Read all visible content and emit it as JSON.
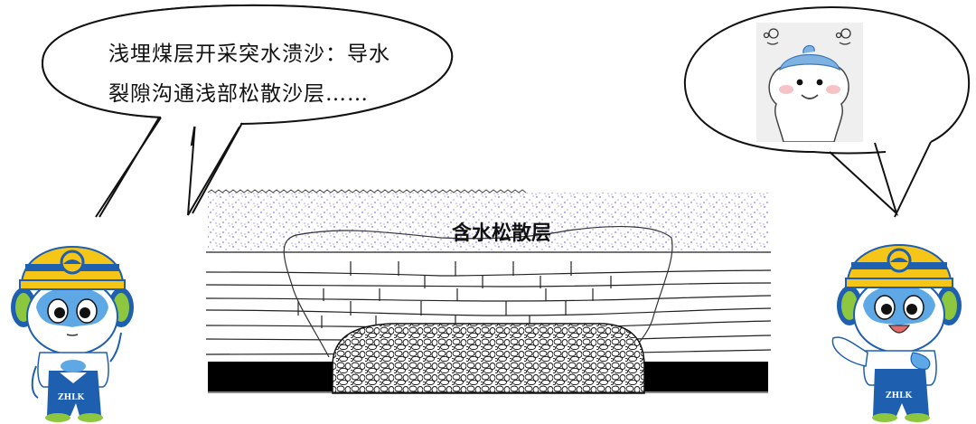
{
  "left_bubble": {
    "line1": "浅埋煤层开采突水溃沙：导水",
    "line2": "裂隙沟通浅部松散沙层……"
  },
  "right_bubble": {
    "sticker": "smiling-blue-hat-character-icon"
  },
  "diagram": {
    "label": "含水松散层",
    "layers": [
      "aquifer-loose-sand-layer",
      "bedrock-strata",
      "caved-zone-rubble",
      "coal-seam"
    ],
    "colors": {
      "sand_dots": "#3a3ad0",
      "coal": "#000000",
      "lines": "#222222"
    }
  },
  "mascots": {
    "left": {
      "badge": "ZHLK",
      "helmet_color": "#f5c518",
      "body_color": "#1e5fb0"
    },
    "right": {
      "badge": "ZHLK",
      "helmet_color": "#f5c518",
      "body_color": "#1e5fb0"
    }
  }
}
